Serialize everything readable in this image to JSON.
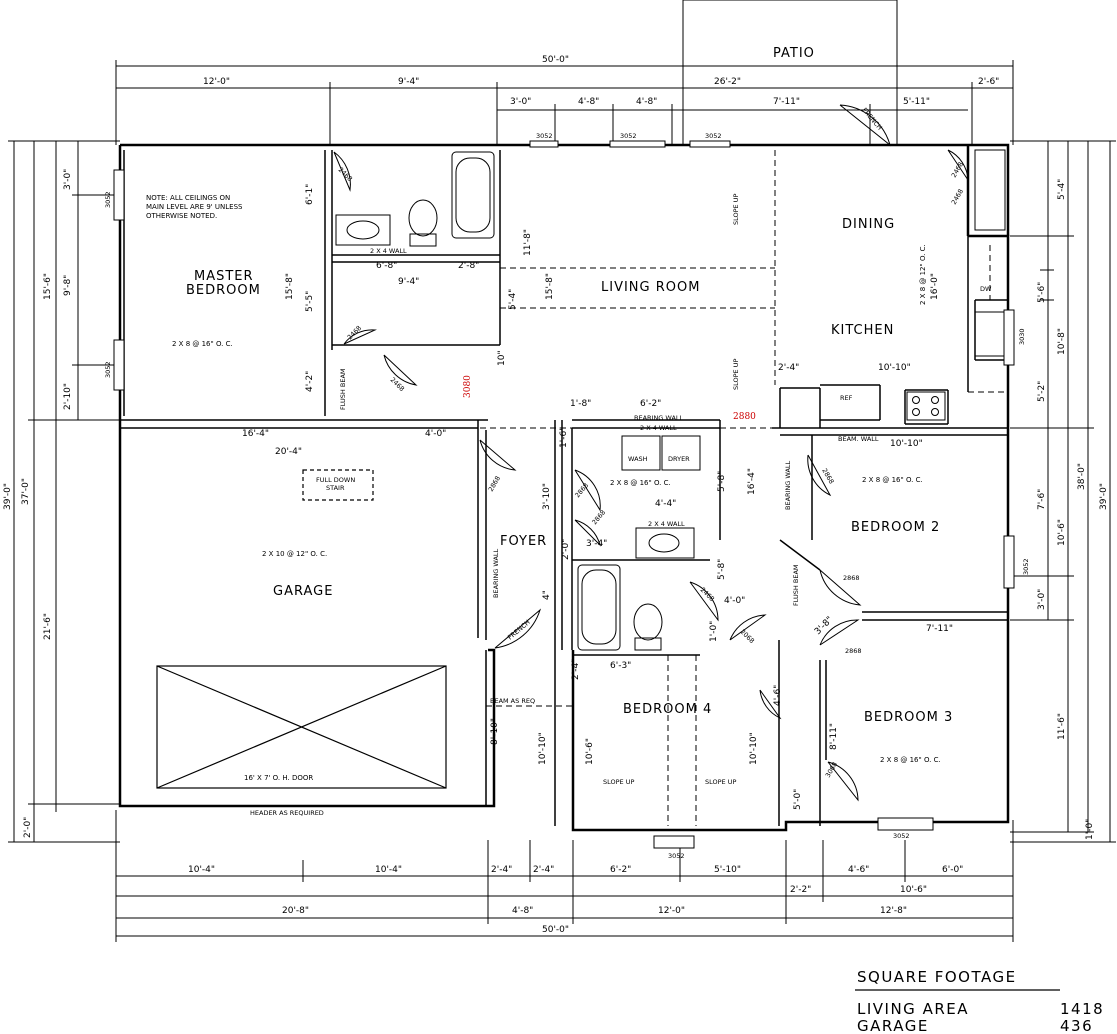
{
  "rooms": {
    "patio": "PATIO",
    "master_bedroom_l1": "MASTER",
    "master_bedroom_l2": "BEDROOM",
    "living_room": "LIVING ROOM",
    "dining": "DINING",
    "kitchen": "KITCHEN",
    "garage": "GARAGE",
    "foyer": "FOYER",
    "bedroom2": "BEDROOM 2",
    "bedroom3": "BEDROOM 3",
    "bedroom4": "BEDROOM 4"
  },
  "notes": {
    "ceiling_l1": "NOTE: ALL CEILINGS ON",
    "ceiling_l2": "MAIN LEVEL ARE 9' UNLESS",
    "ceiling_l3": "OTHERWISE NOTED.",
    "joist_master": "2 X 8 @ 16\" O. C.",
    "joist_garage": "2 X 10 @ 12\" O. C.",
    "joist_bed2": "2 X 8 @ 16\" O. C.",
    "joist_bed3": "2 X 8 @ 16\" O. C.",
    "joist_laundry": "2 X 8 @ 16\" O. C.",
    "joist_kitchen": "2 X 8 @ 12\" O. C.",
    "joist_kitchen2": "16'-0\"",
    "garage_door": "16' X 7' O. H. DOOR",
    "header": "HEADER AS REQUIRED",
    "pull_down_l1": "FULL DOWN",
    "pull_down_l2": "STAIR",
    "slope_up_1": "SLOPE UP",
    "slope_up_2": "SLOPE UP",
    "slope_up_3": "SLOPE UP",
    "slope_up_4": "SLOPE UP",
    "wash": "WASH",
    "dryer": "DRYER",
    "ref": "REF",
    "dw": "DW",
    "bearing_wall_1": "BEARING WALL",
    "bearing_wall_2": "BEARING WALL",
    "bearing_wall_3": "BEARING WALL",
    "beam_wall": "BEAM. WALL",
    "flush_beam_1": "FLUSH BEAM",
    "flush_beam_2": "FLUSH BEAM",
    "beam_as_req": "BEAM AS REQ",
    "two_x_four_1": "2 X 4 WALL",
    "two_x_four_2": "2 X 4 WALL",
    "two_x_four_3": "2 X 4 WALL",
    "french": "FRENCH",
    "french_bench": "FRENCH",
    "door_3080": "3080",
    "door_2880": "2880"
  },
  "windows": {
    "w3052_a": "3052",
    "w3052_b": "3052",
    "w3052_c": "3052",
    "w3052_d": "3052",
    "w3052_e": "3052",
    "w3052_f": "3052",
    "w3052_g": "3052",
    "w3052_h": "3052",
    "w3030": "3030"
  },
  "dims": {
    "top_total": "50'-0\"",
    "top_12": "12'-0\"",
    "top_9_4": "9'-4\"",
    "top_26_2": "26'-2\"",
    "top_2_6": "2'-6\"",
    "top_3_0": "3'-0\"",
    "top_4_8a": "4'-8\"",
    "top_4_8b": "4'-8\"",
    "top_7_11": "7'-11\"",
    "top_5_11": "5'-11\"",
    "bot_10_4a": "10'-4\"",
    "bot_10_4b": "10'-4\"",
    "bot_2_4a": "2'-4\"",
    "bot_2_4b": "2'-4\"",
    "bot_6_2": "6'-2\"",
    "bot_5_10": "5'-10\"",
    "bot_4_6": "4'-6\"",
    "bot_6_0": "6'-0\"",
    "bot_2_2": "2'-2\"",
    "bot_10_6": "10'-6\"",
    "bot_20_8": "20'-8\"",
    "bot_4_8": "4'-8\"",
    "bot_12_0": "12'-0\"",
    "bot_12_8": "12'-8\"",
    "bot_total": "50'-0\"",
    "left_3_0": "3'-0\"",
    "left_9_8": "9'-8\"",
    "left_2_10": "2'-10\"",
    "left_15_6": "15'-6\"",
    "left_21_6": "21'-6\"",
    "left_37_0": "37'-0\"",
    "left_39_0": "39'-0\"",
    "left_2_0": "2'-0\"",
    "right_5_4": "5'-4\"",
    "right_5_6": "5'-6\"",
    "right_5_2": "5'-2\"",
    "right_10_8": "10'-8\"",
    "right_7_6": "7'-6\"",
    "right_3_0": "3'-0\"",
    "right_10_6": "10'-6\"",
    "right_11_6": "11'-6\"",
    "right_1_0": "1'-0\"",
    "right_38_0": "38'-0\"",
    "right_39_0": "39'-0\"",
    "in_16_4": "16'-4\"",
    "in_4_0": "4'-0\"",
    "in_20_4": "20'-4\"",
    "in_6_8": "6'-8\"",
    "in_2_8": "2'-8\"",
    "in_9_4": "9'-4\"",
    "in_6_1": "6'-1\"",
    "in_15_8": "15'-8\"",
    "in_5_5": "5'-5\"",
    "in_4_2": "4'-2\"",
    "in_11_8": "11'-8\"",
    "in_15_8b": "15'-8\"",
    "in_5_4": "5'-4\"",
    "in_10": "10\"",
    "in_2_4": "2'-4\"",
    "in_10_10a": "10'-10\"",
    "in_10_10b": "10'-10\"",
    "in_1_8": "1'-8\"",
    "in_6_2": "6'-2\"",
    "in_1_6": "1'-6\"",
    "in_3_10": "3'-10\"",
    "in_5_8": "5'-8\"",
    "in_16_4b": "16'-4\"",
    "in_4_4": "4'-4\"",
    "in_3_4": "3'-4\"",
    "in_2_0": "2'-0\"",
    "in_5_8b": "5'-8\"",
    "in_4_0b": "4'-0\"",
    "in_1_0": "1'-0\"",
    "in_3_8": "3'-8\"",
    "in_7_11": "7'-11\"",
    "in_6_3": "6'-3\"",
    "in_10_6": "10'-6\"",
    "in_10_10c": "10'-10\"",
    "in_10_10d": "10'-10\"",
    "in_8_10": "8'-10\"",
    "in_4_6": "4'-6\"",
    "in_8_11": "8'-11\"",
    "in_5_0": "5'-0\"",
    "in_4": "4\"",
    "in_2_4b": "2'-4\""
  },
  "doors": {
    "d2468a": "2468",
    "d2468b": "2468",
    "d2468c": "2468",
    "d2468d": "2468",
    "d2468e": "2468",
    "d2468f": "2468",
    "d2868a": "2868",
    "d2868b": "2868",
    "d2868c": "2868",
    "d2868d": "2868",
    "d2868e": "2868",
    "d2868f": "2868",
    "d2068": "2068",
    "d3068": "3068"
  },
  "square_footage": {
    "heading": "SQUARE FOOTAGE",
    "living_label": "LIVING AREA",
    "living_value": "1418",
    "garage_label": "GARAGE",
    "garage_value": "436"
  }
}
